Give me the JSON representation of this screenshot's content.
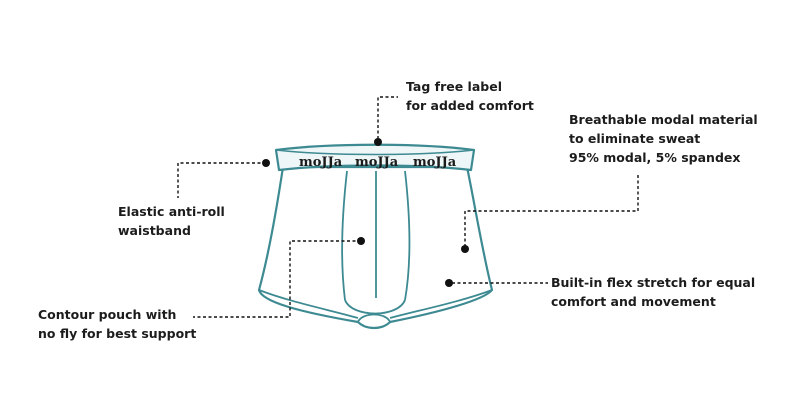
{
  "brand": {
    "waistband_label": "moJJa"
  },
  "colors": {
    "outline": "#3d8a92",
    "fill": "#ffffff",
    "band_fill": "#eef6f7",
    "shadow": "#d7e6e8",
    "leader": "#111111"
  },
  "icons": [
    "leader-dot"
  ],
  "callouts": {
    "tag": {
      "lines": [
        "Tag free label",
        "for added comfort"
      ]
    },
    "fabric": {
      "lines": [
        "Breathable modal material",
        "to eliminate sweat",
        "95% modal, 5% spandex"
      ]
    },
    "waistband": {
      "lines": [
        "Elastic anti-roll",
        "waistband"
      ]
    },
    "stretch": {
      "lines": [
        "Built-in flex stretch for equal",
        "comfort and movement"
      ]
    },
    "pouch": {
      "lines": [
        "Contour pouch with",
        "no fly for best support"
      ]
    }
  }
}
